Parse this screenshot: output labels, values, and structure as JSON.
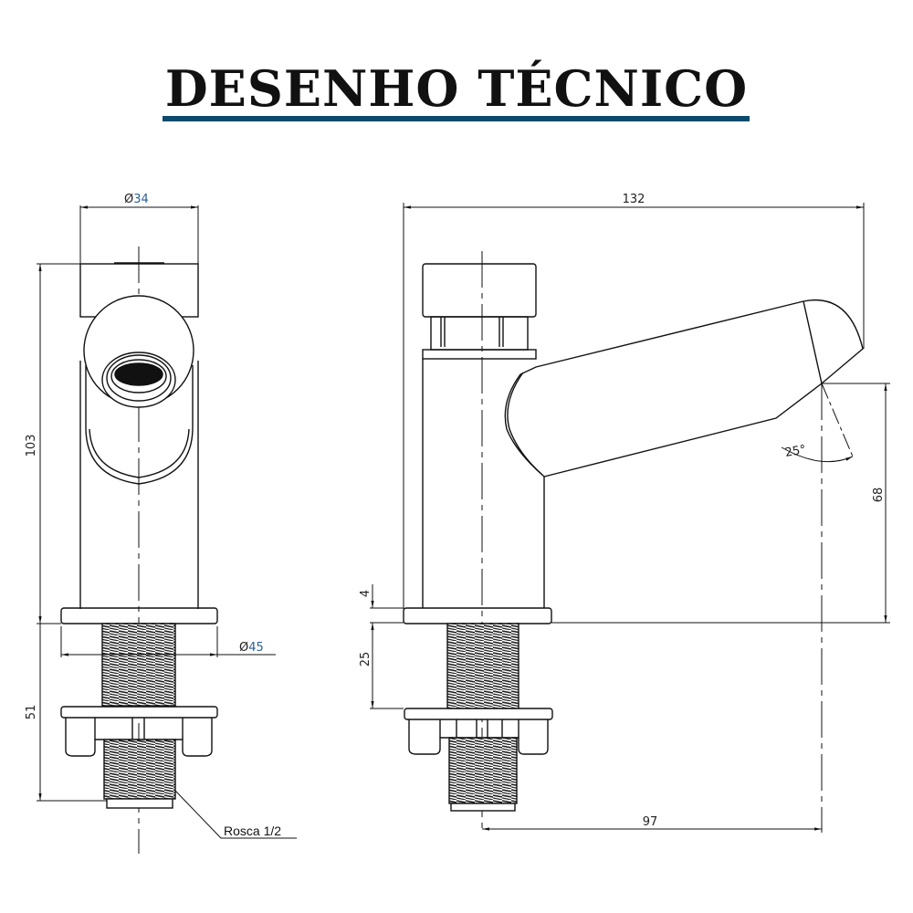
{
  "header": {
    "title": "DESENHO TÉCNICO",
    "underline_color": "#0e4a6e"
  },
  "front_view": {
    "dimensions": {
      "top_diameter": "Ø34",
      "top_diameter_symbol": "Ø",
      "top_diameter_value": "34",
      "overall_height": "103",
      "base_diameter_symbol": "Ø",
      "base_diameter_value": "45",
      "thread_height": "51"
    },
    "callout": "Rosca 1/2"
  },
  "side_view": {
    "dimensions": {
      "overall_length": "132",
      "spout_height": "68",
      "spout_angle": "25°",
      "base_thickness": "4",
      "thread_to_nut": "25",
      "spout_reach": "97"
    }
  },
  "colors": {
    "line": "#111111",
    "dim_value_blue": "#2a5f9a",
    "title_bar": "#0e4a6e"
  }
}
